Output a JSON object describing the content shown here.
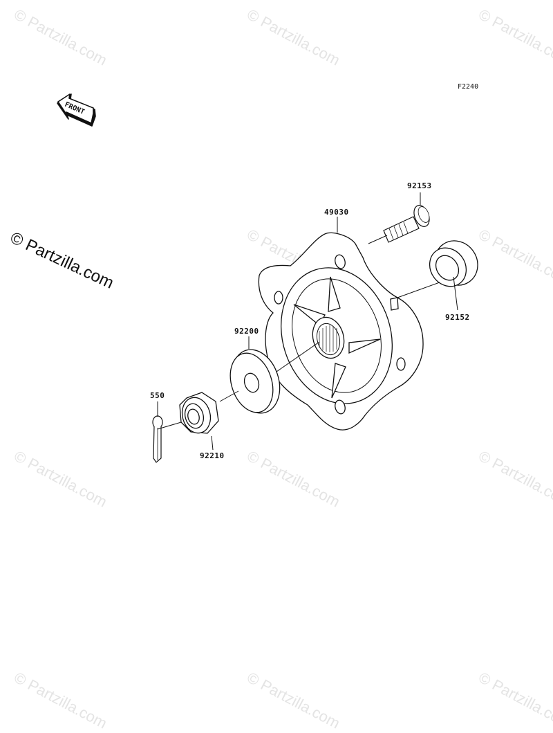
{
  "diagram": {
    "figure_code": "F2240",
    "front_label": "FRONT",
    "copyright": "© Partzilla.com",
    "watermark": "© Partzilla.com",
    "parts": [
      {
        "number": "92153"
      },
      {
        "number": "49030"
      },
      {
        "number": "92152"
      },
      {
        "number": "92200"
      },
      {
        "number": "550"
      },
      {
        "number": "92210"
      }
    ]
  }
}
